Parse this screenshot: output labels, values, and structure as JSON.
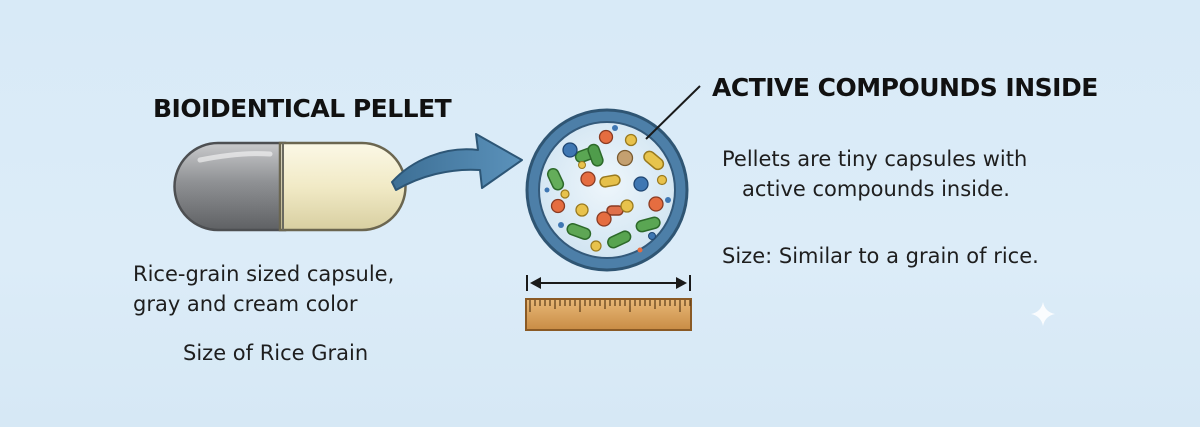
{
  "left": {
    "title": "BIOIDENTICAL PELLET",
    "caption_line1": "Rice-grain sized capsule,",
    "caption_line2": "gray and cream color",
    "size_note": "Size of Rice Grain"
  },
  "right": {
    "title": "ACTIVE COMPOUNDS INSIDE",
    "desc_line1": "Pellets are tiny capsules with",
    "desc_line2": "active compounds inside.",
    "size_note": "Size: Similar to a grain of rice."
  },
  "colors": {
    "background": "#d8eaf7",
    "capsule_gray": "#8d8f92",
    "capsule_cream": "#f2ecc9",
    "arrow_blue": "#4a7fa6",
    "ruler_wood": "#d9a35f"
  },
  "icons": [
    "capsule-icon",
    "arrow-icon",
    "magnified-circle-icon",
    "ruler-icon",
    "sparkle-icon"
  ]
}
